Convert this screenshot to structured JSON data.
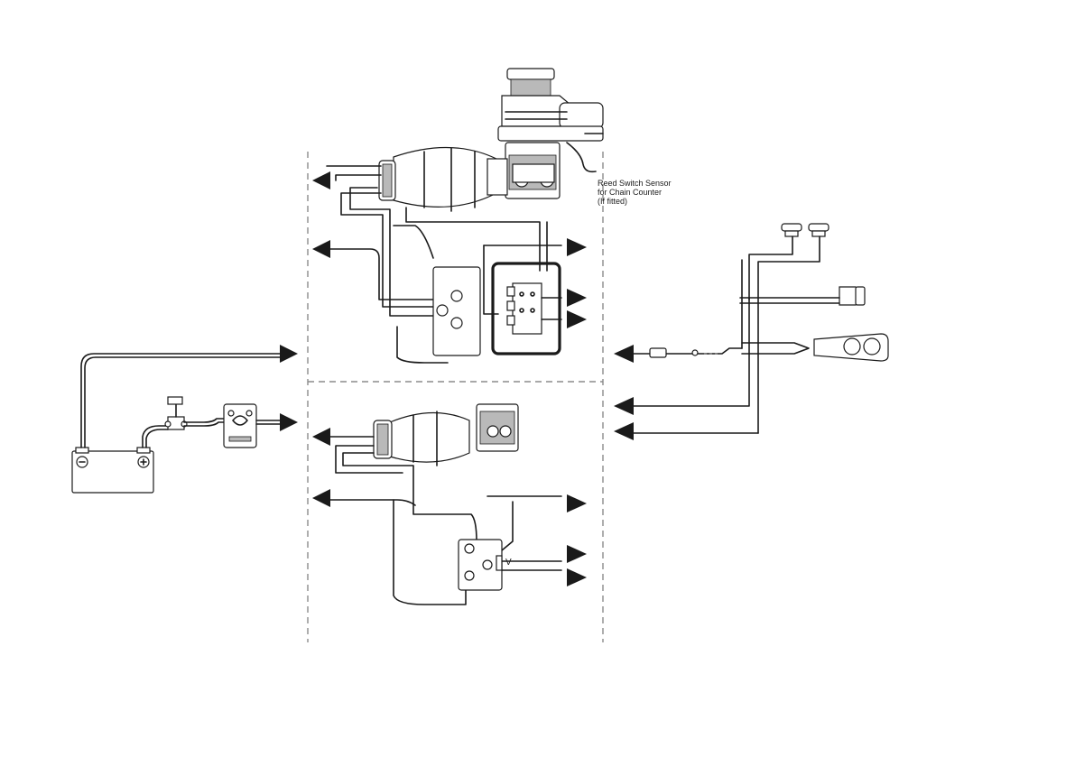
{
  "diagram": {
    "labels": {
      "reed_sensor_line1": "Reed Switch Sensor",
      "reed_sensor_line2": "for Chain Counter",
      "reed_sensor_line3": "(If fitted)",
      "volt_marker": "V"
    },
    "colors": {
      "line": "#1a1a1a",
      "divider": "#8c8c8c",
      "shade": "#b9b9b9"
    }
  }
}
